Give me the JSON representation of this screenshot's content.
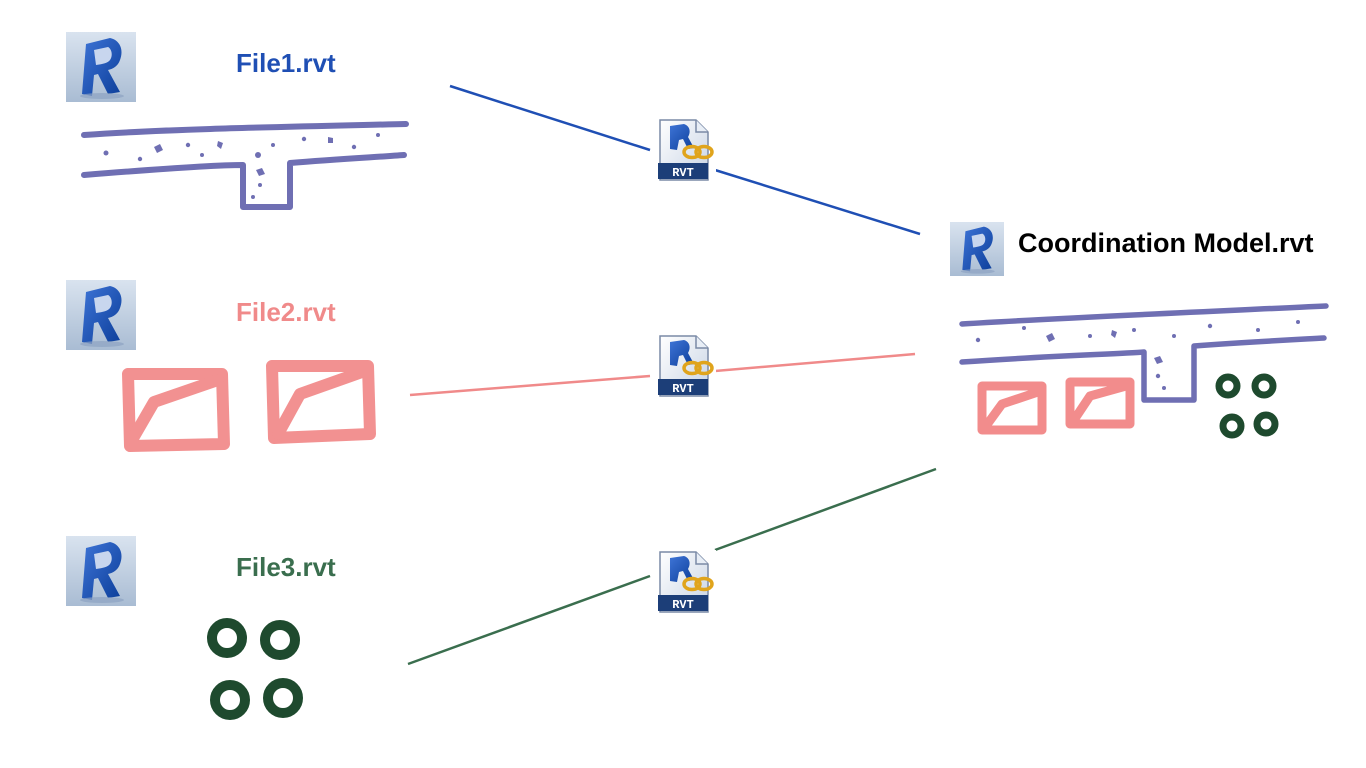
{
  "colors": {
    "file1": "#1f4fb4",
    "file2": "#f08a8a",
    "file3": "#3a6e4e",
    "coordination": "#000000",
    "slab_stroke": "#6f6fb3",
    "wall_stroke": "#f28c8c",
    "column_stroke": "#1e4a2e"
  },
  "files": [
    {
      "name": "File1.rvt",
      "color_key": "file1",
      "icon": "revit-app-icon",
      "sketch": "floor-slab-sketch"
    },
    {
      "name": "File2.rvt",
      "color_key": "file2",
      "icon": "revit-app-icon",
      "sketch": "walls-sketch"
    },
    {
      "name": "File3.rvt",
      "color_key": "file3",
      "icon": "revit-app-icon",
      "sketch": "columns-sketch"
    }
  ],
  "coordination": {
    "name": "Coordination Model.rvt",
    "icon": "revit-app-icon"
  },
  "link_badge": {
    "label": "RVT",
    "icon": "revit-link-file-icon"
  }
}
